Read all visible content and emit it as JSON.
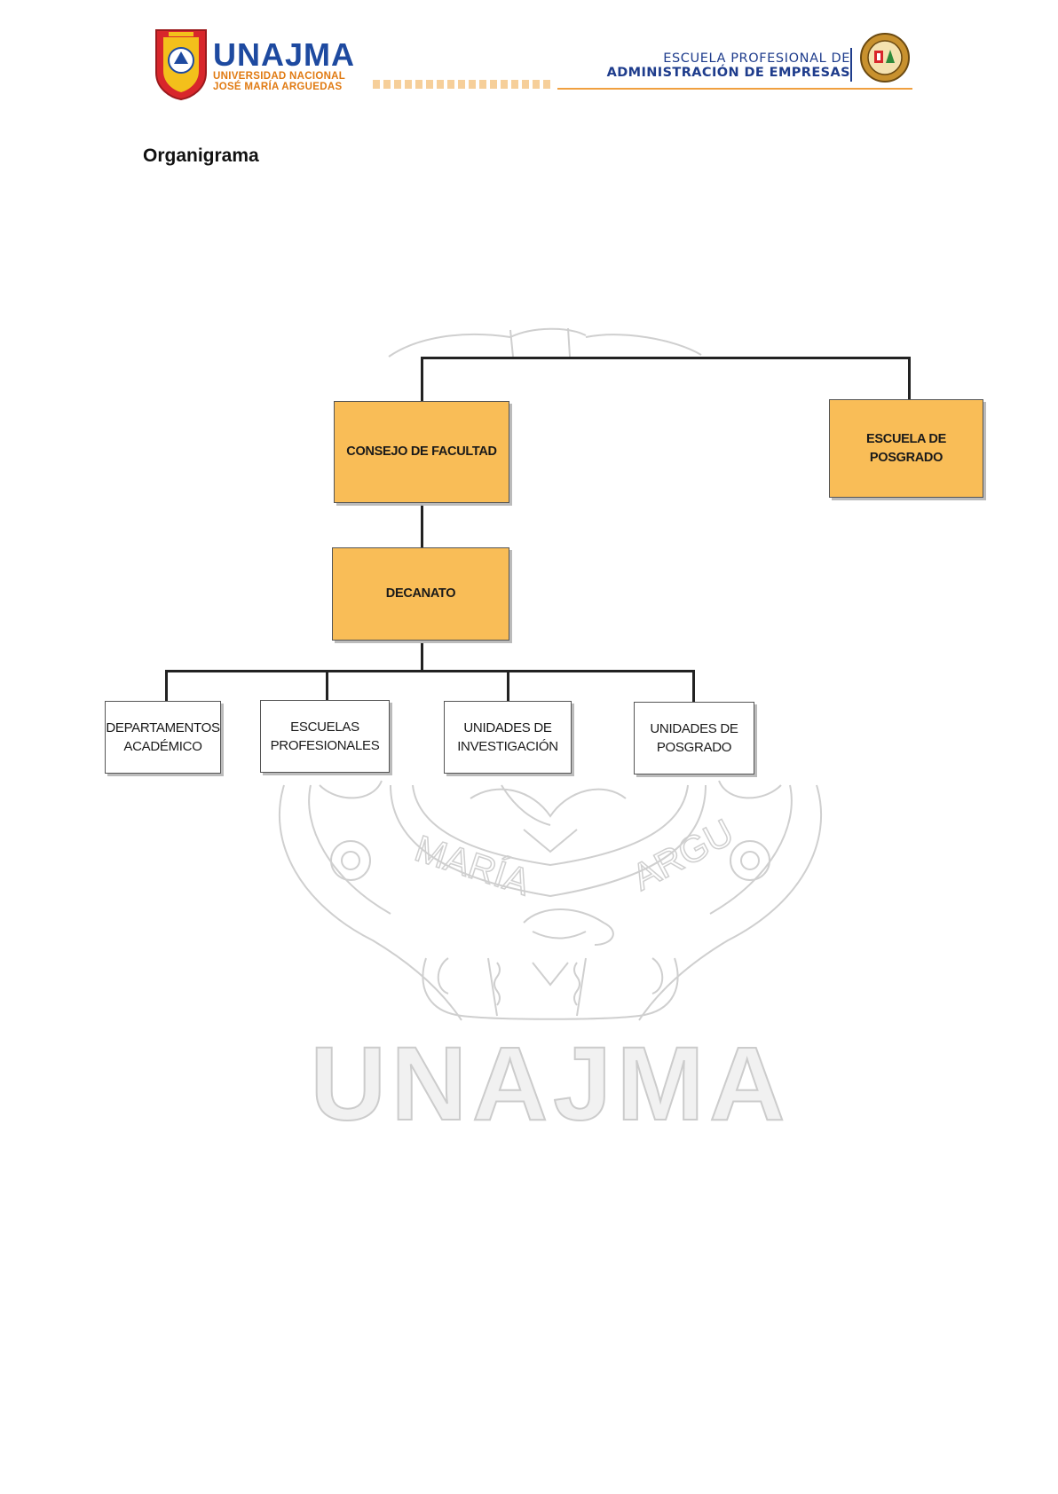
{
  "header": {
    "university_acronym": "UNAJMA",
    "university_line1": "UNIVERSIDAD NACIONAL",
    "university_line2": "JOSÉ MARÍA ARGUEDAS",
    "school_line1": "ESCUELA PROFESIONAL DE",
    "school_line2": "ADMINISTRACIÓN DE EMPRESAS"
  },
  "section_title": "Organigrama",
  "org_chart": {
    "level1": [
      {
        "label": "CONSEJO DE FACULTAD"
      },
      {
        "label": "ESCUELA DE POSGRADO"
      }
    ],
    "level2": {
      "label": "DECANATO"
    },
    "level3": [
      {
        "line1": "DEPARTAMENTOS",
        "line2": "ACADÉMICO"
      },
      {
        "line1": "ESCUELAS",
        "line2": "PROFESIONALES"
      },
      {
        "line1": "UNIDADES DE",
        "line2": "INVESTIGACIÓN"
      },
      {
        "line1": "UNIDADES DE",
        "line2": "POSGRADO"
      }
    ]
  },
  "colors": {
    "box_fill": "#f9bd57",
    "brand_blue": "#1e4aa0",
    "brand_orange": "#e07a12"
  },
  "watermark": {
    "text": "UNAJMA",
    "seal_words": [
      "MARÍA",
      "ARGU"
    ]
  }
}
